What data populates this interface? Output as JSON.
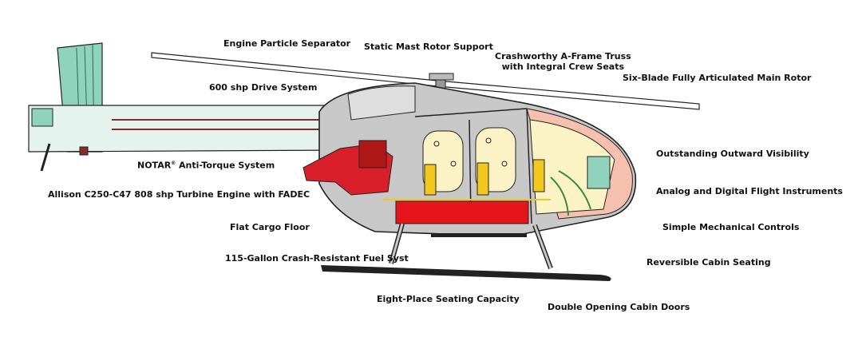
{
  "labels": {
    "engine_particle_separator": "Engine Particle Separator",
    "static_mast": "Static Mast Rotor Support",
    "a_frame_line1": "Crashworthy A-Frame Truss",
    "a_frame_line2": "with Integral Crew Seats",
    "main_rotor": "Six-Blade Fully Articulated Main Rotor",
    "drive_system": "600 shp Drive System",
    "notar_main": "NOTAR",
    "notar_sup": "®",
    "notar_rest": " Anti-Torque System",
    "engine": "Allison C250-C47 808 shp Turbine Engine with FADEC",
    "visibility": "Outstanding Outward Visibility",
    "instruments": "Analog and Digital Flight Instruments",
    "cargo_floor": "Flat Cargo Floor",
    "controls": "Simple Mechanical Controls",
    "fuel": "115-Gallon Crash-Resistant Fuel Syst",
    "cabin_seating": "Reversible Cabin Seating",
    "eight_place": "Eight-Place Seating Capacity",
    "doors": "Double Opening Cabin Doors"
  },
  "colors": {
    "tail_teal": "#8fd3bd",
    "tail_boom": "#e4f3ee",
    "fuselage_gray": "#c8c8c8",
    "fuel_red": "#e8141b",
    "engine_red": "#d9202a",
    "seat_cream": "#fbf3c6",
    "seat_yellow": "#f2c81e",
    "nose_pink": "#f6c0ae",
    "outline": "#222222"
  }
}
